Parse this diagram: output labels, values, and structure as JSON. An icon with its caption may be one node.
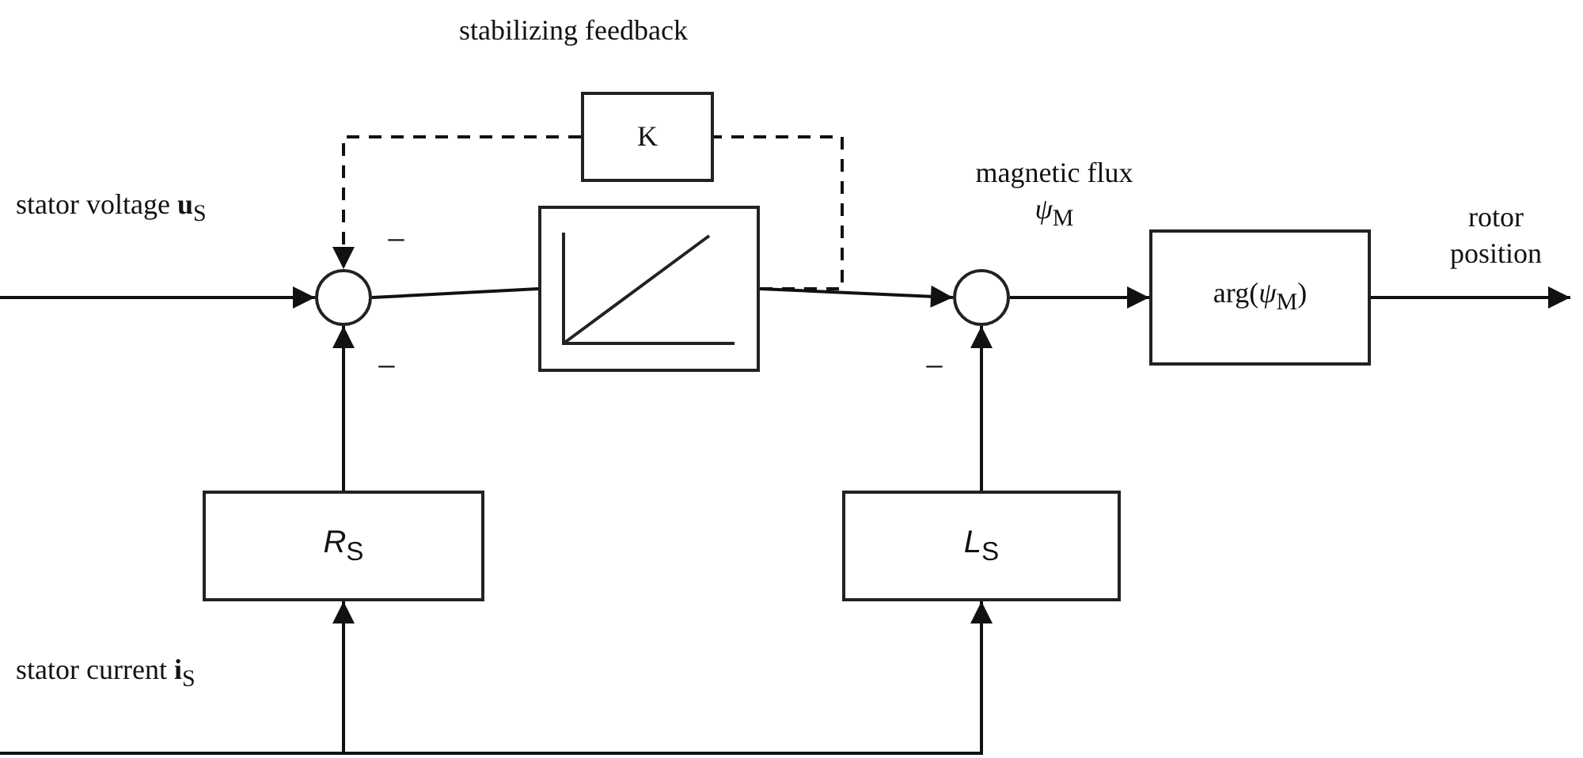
{
  "diagram": {
    "nodes": [
      {
        "text": [],
        "shape": "circle",
        "beside": [
          "−",
          "−"
        ]
      },
      {
        "text": [
          "K"
        ]
      },
      {
        "text": [],
        "shape": "box"
      },
      {
        "text": [],
        "shape": "circle",
        "beside": [
          "−"
        ]
      },
      {
        "text": [
          "arg(*ψ*$_{M}$)"
        ]
      },
      {
        "text": [
          "*R*$_{S}$"
        ]
      },
      {
        "text": [
          "*L*$_{S}$"
        ]
      }
    ],
    "edges": [
      {
        "from": null,
        "to": 0,
        "arrow": "to",
        "label": "stator voltage **u**$_{S}$"
      },
      {
        "from": 0,
        "to": 2,
        "arrow": "none"
      },
      {
        "from": 2,
        "to": 3,
        "arrow": "to"
      },
      {
        "from": 2,
        "to": 1,
        "arrow": "none",
        "style": "dashed"
      },
      {
        "from": 1,
        "to": 0,
        "arrow": "to",
        "style": "dashed"
      },
      {
        "from": 3,
        "to": 4,
        "arrow": "to",
        "label": "magnetic flux *ψ*$_{M}$"
      },
      {
        "from": 4,
        "to": null,
        "arrow": "to",
        "label": "rotor position"
      },
      {
        "from": 5,
        "to": 0,
        "arrow": "to"
      },
      {
        "from": 6,
        "to": 3,
        "arrow": "to"
      },
      {
        "from": null,
        "to": 5,
        "arrow": "to",
        "label": "stator current **i**$_{S}$"
      },
      {
        "from": null,
        "to": 6,
        "arrow": "to"
      }
    ],
    "labels": [
      "stabilizing feedback"
    ]
  }
}
